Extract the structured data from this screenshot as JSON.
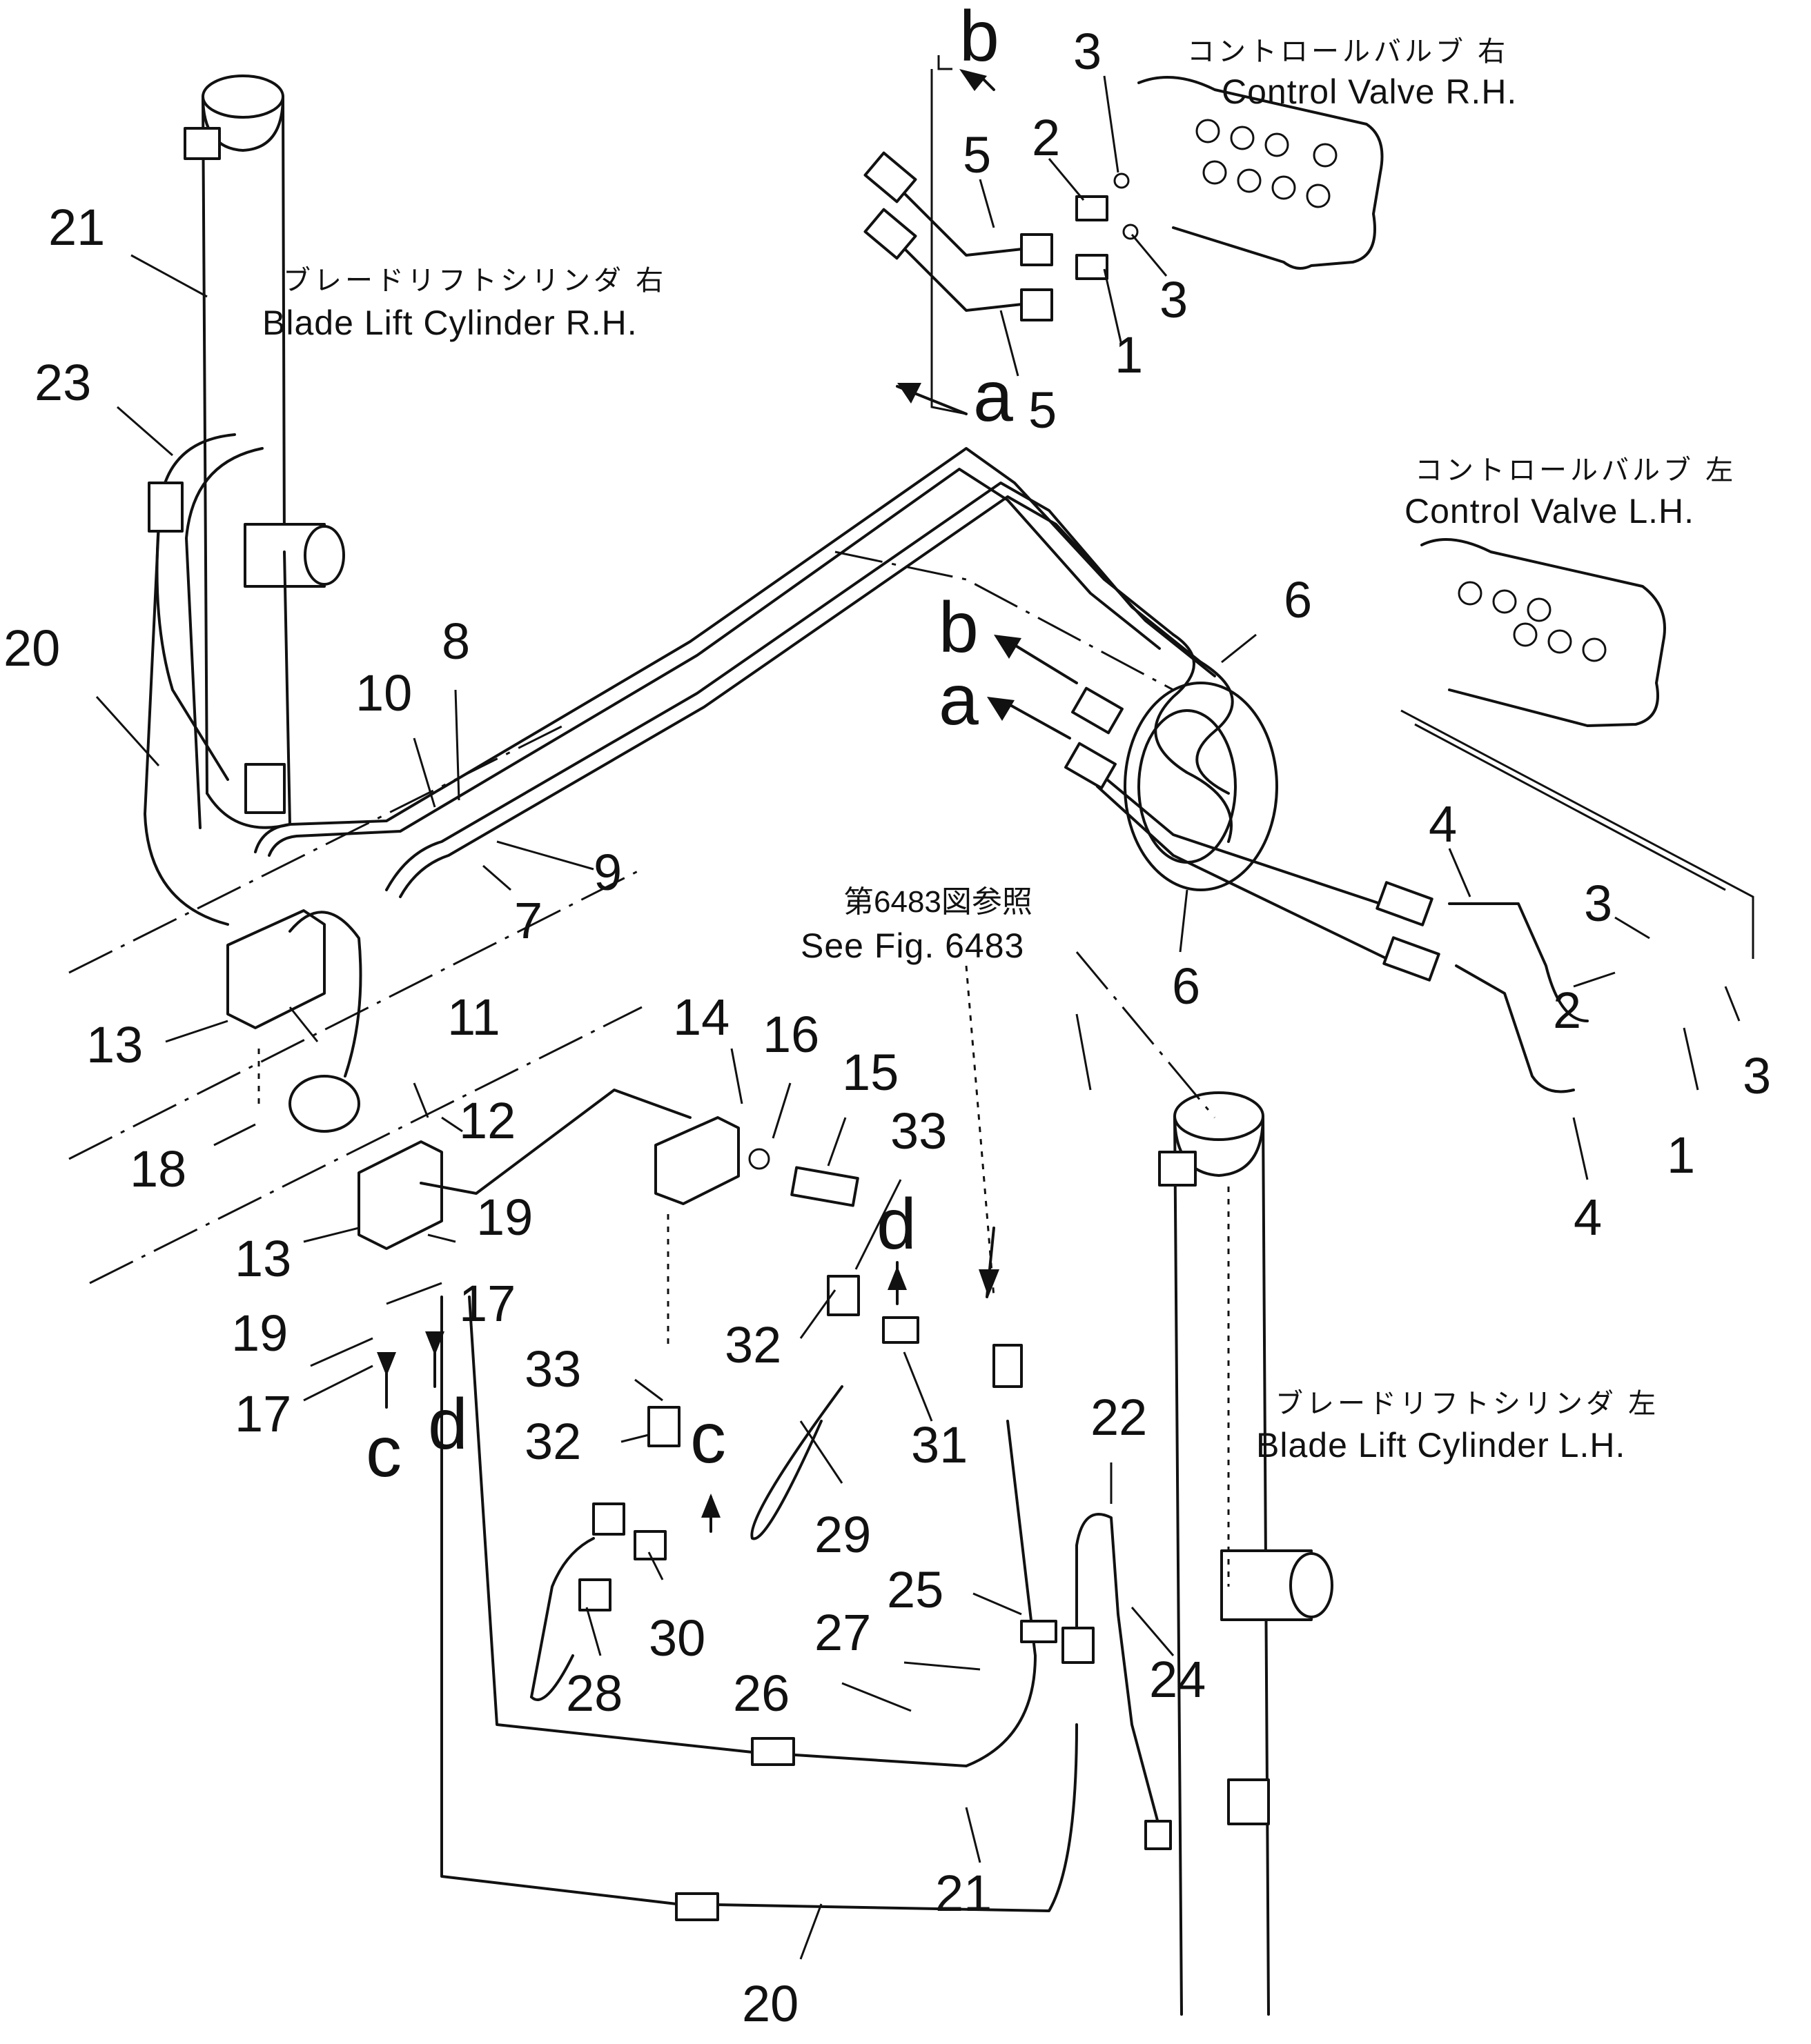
{
  "labels": {
    "control_valve_rh_jp": "コントロールバルブ 右",
    "control_valve_rh_en": "Control Valve  R.H.",
    "control_valve_lh_jp": "コントロールバルブ 左",
    "control_valve_lh_en": "Control Valve  L.H.",
    "cylinder_rh_jp": "ブレードリフトシリンダ 右",
    "cylinder_rh_en": "Blade Lift Cylinder R.H.",
    "cylinder_lh_jp": "ブレードリフトシリンダ 左",
    "cylinder_lh_en": "Blade Lift Cylinder L.H.",
    "see_fig_jp": "第6483図参照",
    "see_fig_en": "See Fig. 6483"
  },
  "connection_tags": {
    "a": "a",
    "b": "b",
    "c": "c",
    "d": "d"
  },
  "parts": {
    "p1": "1",
    "p2": "2",
    "p3": "3",
    "p4": "4",
    "p5": "5",
    "p6": "6",
    "p7": "7",
    "p8": "8",
    "p9": "9",
    "p10": "10",
    "p11": "11",
    "p12": "12",
    "p13": "13",
    "p14": "14",
    "p15": "15",
    "p16": "16",
    "p17": "17",
    "p18": "18",
    "p19": "19",
    "p20": "20",
    "p21": "21",
    "p22": "22",
    "p23": "23",
    "p24": "24",
    "p25": "25",
    "p26": "26",
    "p27": "27",
    "p28": "28",
    "p29": "29",
    "p30": "30",
    "p31": "31",
    "p32": "32",
    "p33": "33"
  }
}
